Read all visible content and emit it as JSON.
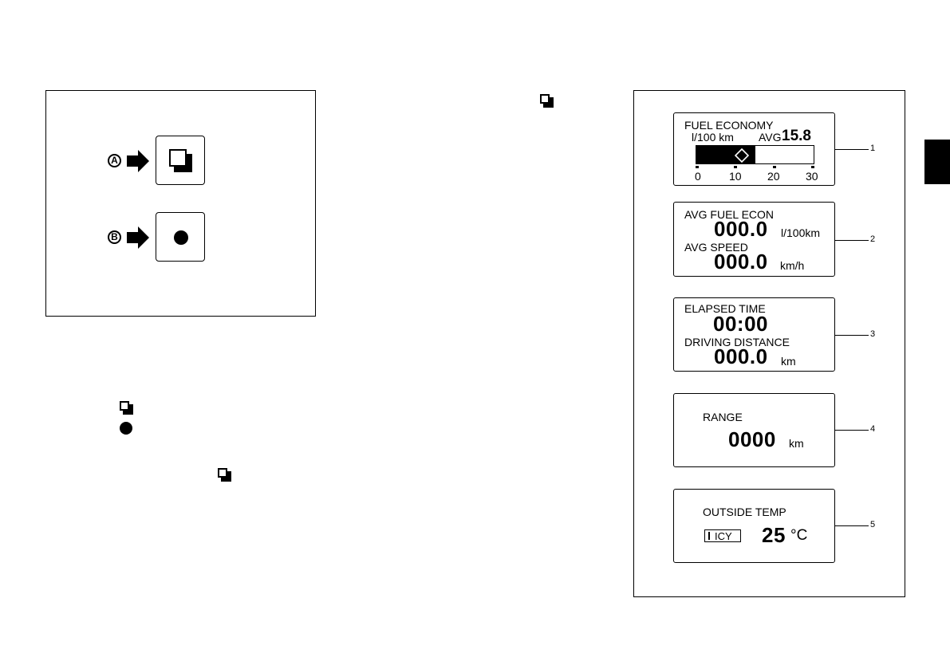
{
  "left_figure": {
    "label_a": "A",
    "label_b": "B",
    "button_a_icon": "copy-squares-icon",
    "button_b_icon": "filled-dot-icon",
    "arrow_icon": "right-arrow-icon"
  },
  "panels": [
    {
      "callout": "1",
      "title": "FUEL ECONOMY",
      "unit": "l/100 km",
      "avg_label": "AVG",
      "avg_value": "15.8",
      "scale_ticks": [
        "0",
        "10",
        "20",
        "30"
      ],
      "bar_fill_value": 15,
      "bar_max_value": 30
    },
    {
      "callout": "2",
      "label1": "AVG FUEL ECON",
      "value1": "000.0",
      "unit1": "l/100km",
      "label2": "AVG SPEED",
      "value2": "000.0",
      "unit2": "km/h"
    },
    {
      "callout": "3",
      "label1": "ELAPSED TIME",
      "value1": "00:00",
      "label2": "DRIVING DISTANCE",
      "value2": "000.0",
      "unit2": "km"
    },
    {
      "callout": "4",
      "label": "RANGE",
      "value": "0000",
      "unit": "km"
    },
    {
      "callout": "5",
      "label": "OUTSIDE TEMP",
      "icy": "ICY",
      "value": "25",
      "unit": "°C"
    }
  ]
}
